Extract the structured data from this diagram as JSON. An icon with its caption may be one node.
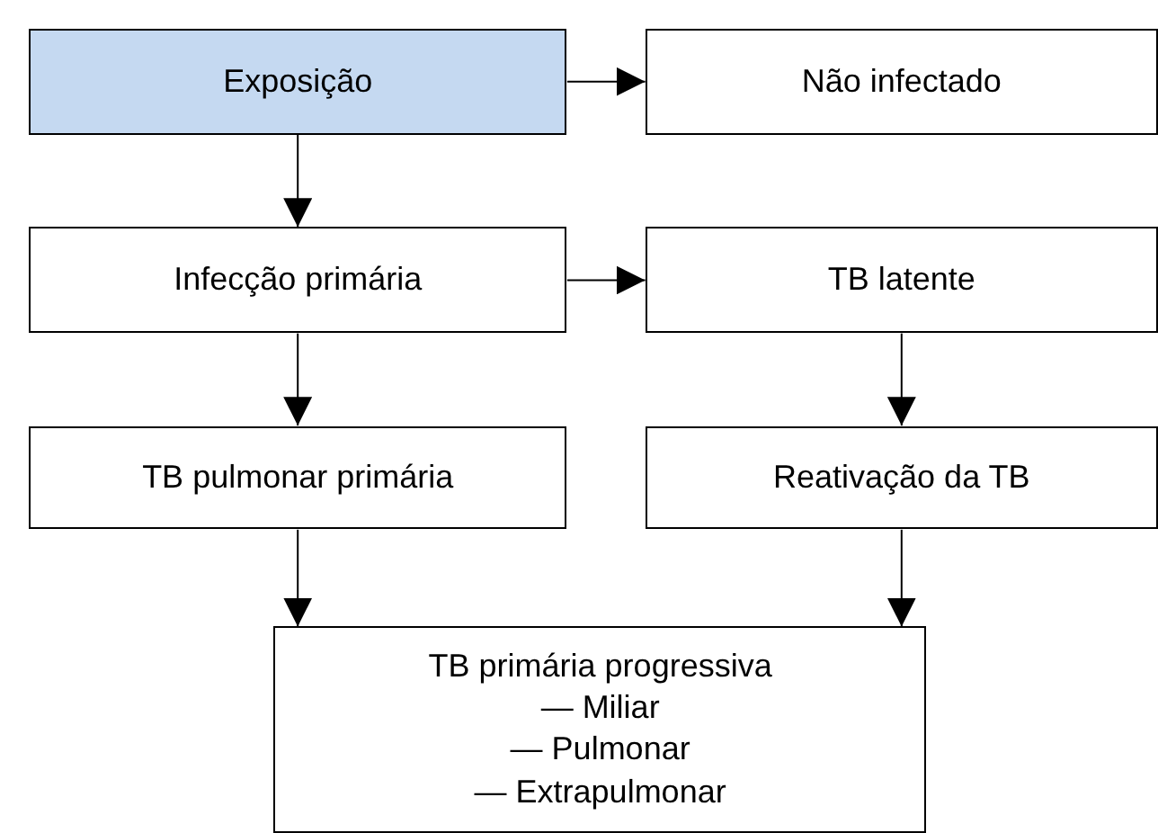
{
  "diagram": {
    "nodes": [
      {
        "text": [
          "Exposição"
        ]
      },
      {
        "text": [
          "Não infectado"
        ]
      },
      {
        "text": [
          "Infecção primária"
        ]
      },
      {
        "text": [
          "TB latente"
        ]
      },
      {
        "text": [
          "TB pulmonar primária"
        ]
      },
      {
        "text": [
          "Reativação da TB"
        ]
      },
      {
        "text": [
          "TB primária progressiva",
          "— Miliar",
          "— Pulmonar",
          "— Extrapulmonar"
        ]
      }
    ],
    "edges": [
      {
        "from": 0,
        "to": 1,
        "arrow": "to"
      },
      {
        "from": 0,
        "to": 2,
        "arrow": "to"
      },
      {
        "from": 2,
        "to": 3,
        "arrow": "to"
      },
      {
        "from": 2,
        "to": 4,
        "arrow": "to"
      },
      {
        "from": 3,
        "to": 5,
        "arrow": "to"
      },
      {
        "from": 4,
        "to": 6,
        "arrow": "to"
      },
      {
        "from": 5,
        "to": 6,
        "arrow": "to"
      }
    ]
  }
}
